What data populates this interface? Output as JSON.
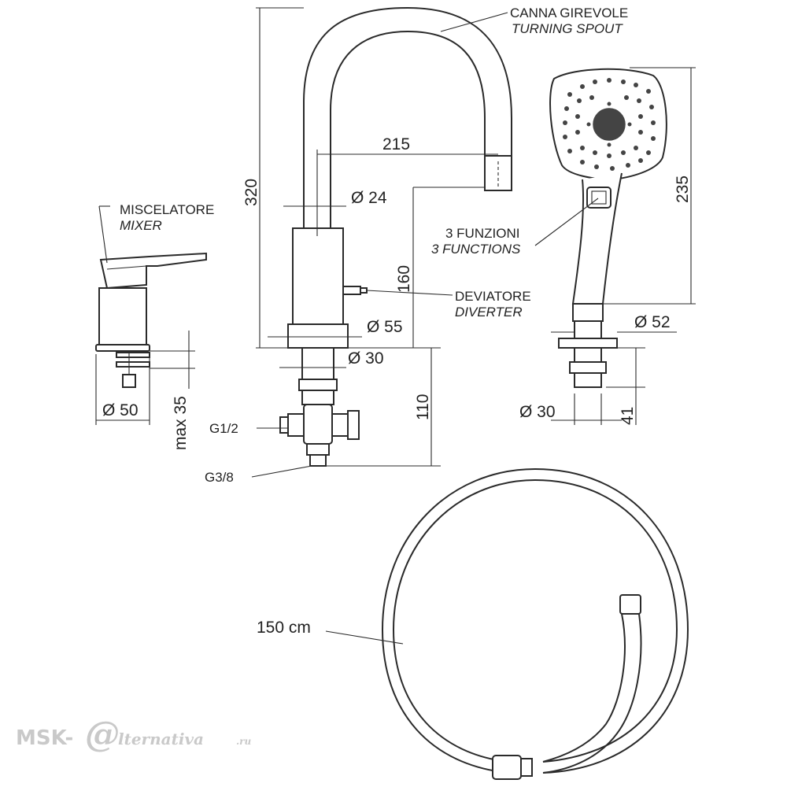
{
  "labels": {
    "spout_it": "CANNA  GIREVOLE",
    "spout_en": "TURNING SPOUT",
    "mixer_it": "MISCELATORE",
    "mixer_en": "MIXER",
    "functions_it": "3 FUNZIONI",
    "functions_en": "3 FUNCTIONS",
    "diverter_it": "DEVIATORE",
    "diverter_en": "DIVERTER",
    "g12": "G1/2",
    "g38": "G3/8",
    "hose_length": "150 cm"
  },
  "dimensions": {
    "height_320": "320",
    "reach_215": "215",
    "dia_24": "Ø 24",
    "height_160": "160",
    "dia_55": "Ø 55",
    "dia_30_spout": "Ø 30",
    "height_110": "110",
    "mixer_dia_50": "Ø 50",
    "mixer_max_35": "max 35",
    "shower_height_235": "235",
    "shower_dia_52": "Ø 52",
    "shower_dia_30": "Ø 30",
    "shower_41": "41"
  },
  "watermark": {
    "brand_left": "MSK-",
    "brand_mark": "@",
    "brand_right": "lternativa",
    "brand_tld": ".ru"
  }
}
